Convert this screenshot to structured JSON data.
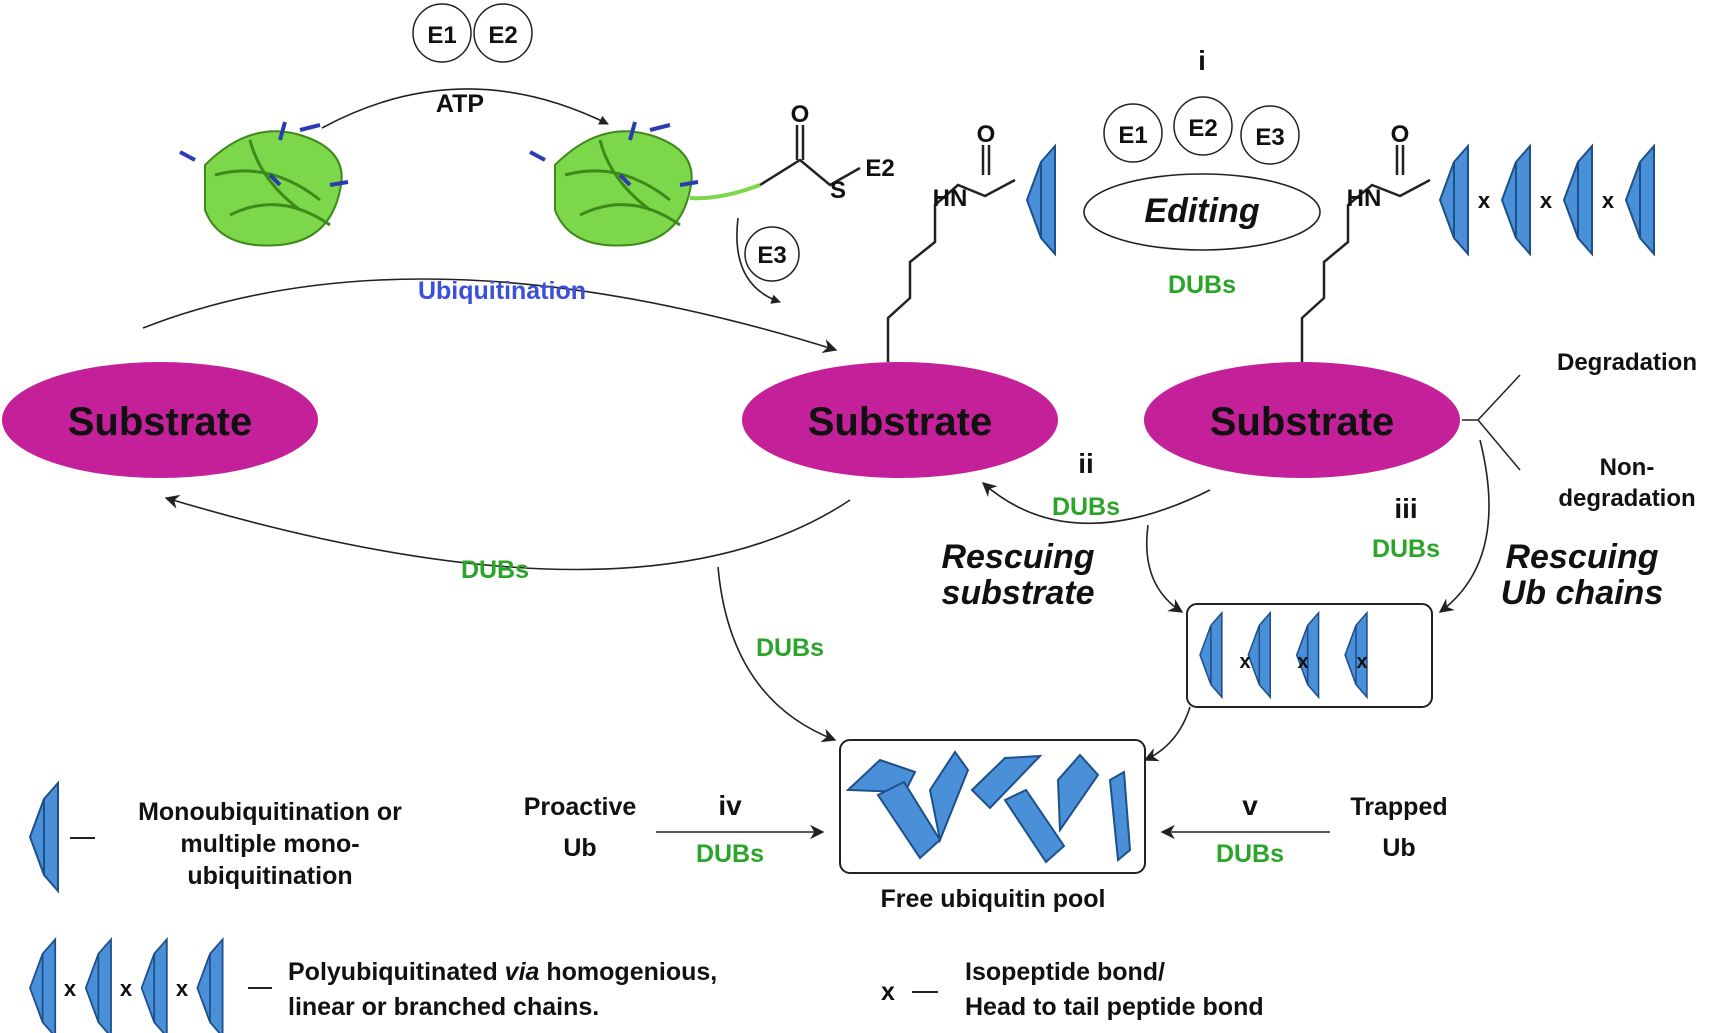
{
  "enzymes": {
    "e1": "E1",
    "e2": "E2",
    "e3": "E3",
    "e2_thioester": "E2"
  },
  "atp": "ATP",
  "ubiquitination": "Ubiquitination",
  "thioester": {
    "o": "O",
    "s": "S"
  },
  "substrate": {
    "left": "Substrate",
    "middle": "Substrate",
    "right": "Substrate"
  },
  "mono_amide": {
    "hn": "HN",
    "o": "O"
  },
  "poly_amide": {
    "hn": "HN",
    "o": "O",
    "x": "x"
  },
  "editing": {
    "roman": "i",
    "label": "Editing",
    "dubs": "DUBs"
  },
  "fate": {
    "degradation": "Degradation",
    "non_degradation_1": "Non-",
    "non_degradation_2": "degradation"
  },
  "rescue_substrate": {
    "roman": "ii",
    "dubs": "DUBs",
    "line1": "Rescuing",
    "line2": "substrate"
  },
  "rescue_chains": {
    "roman": "iii",
    "dubs": "DUBs",
    "line1": "Rescuing",
    "line2": "Ub chains"
  },
  "cycle_dubs": "DUBs",
  "pool_dubs": "DUBs",
  "proactive": {
    "line1": "Proactive",
    "line2": "Ub",
    "roman": "iv",
    "dubs": "DUBs"
  },
  "trapped": {
    "line1": "Trapped",
    "line2": "Ub",
    "roman": "v",
    "dubs": "DUBs"
  },
  "pool_label": "Free ubiquitin pool",
  "legend": {
    "mono_line1": "Monoubiquitination or",
    "mono_line2": "multiple mono-",
    "mono_line3": "ubiquitination",
    "poly_line1_a": "Polyubiquitinated ",
    "poly_line1_via": "via",
    "poly_line1_b": " homogenious,",
    "poly_line2": "linear or branched chains.",
    "iso_symbol": "x",
    "iso_line1": "Isopeptide bond/",
    "iso_line2": "Head to tail peptide bond"
  },
  "colors": {
    "substrate": "#c4209a",
    "ubiquitin": "#4a90d9",
    "dubs": "#2aa52a",
    "ubiquitination": "#3b4fd8",
    "protein": "#7cd84a"
  }
}
